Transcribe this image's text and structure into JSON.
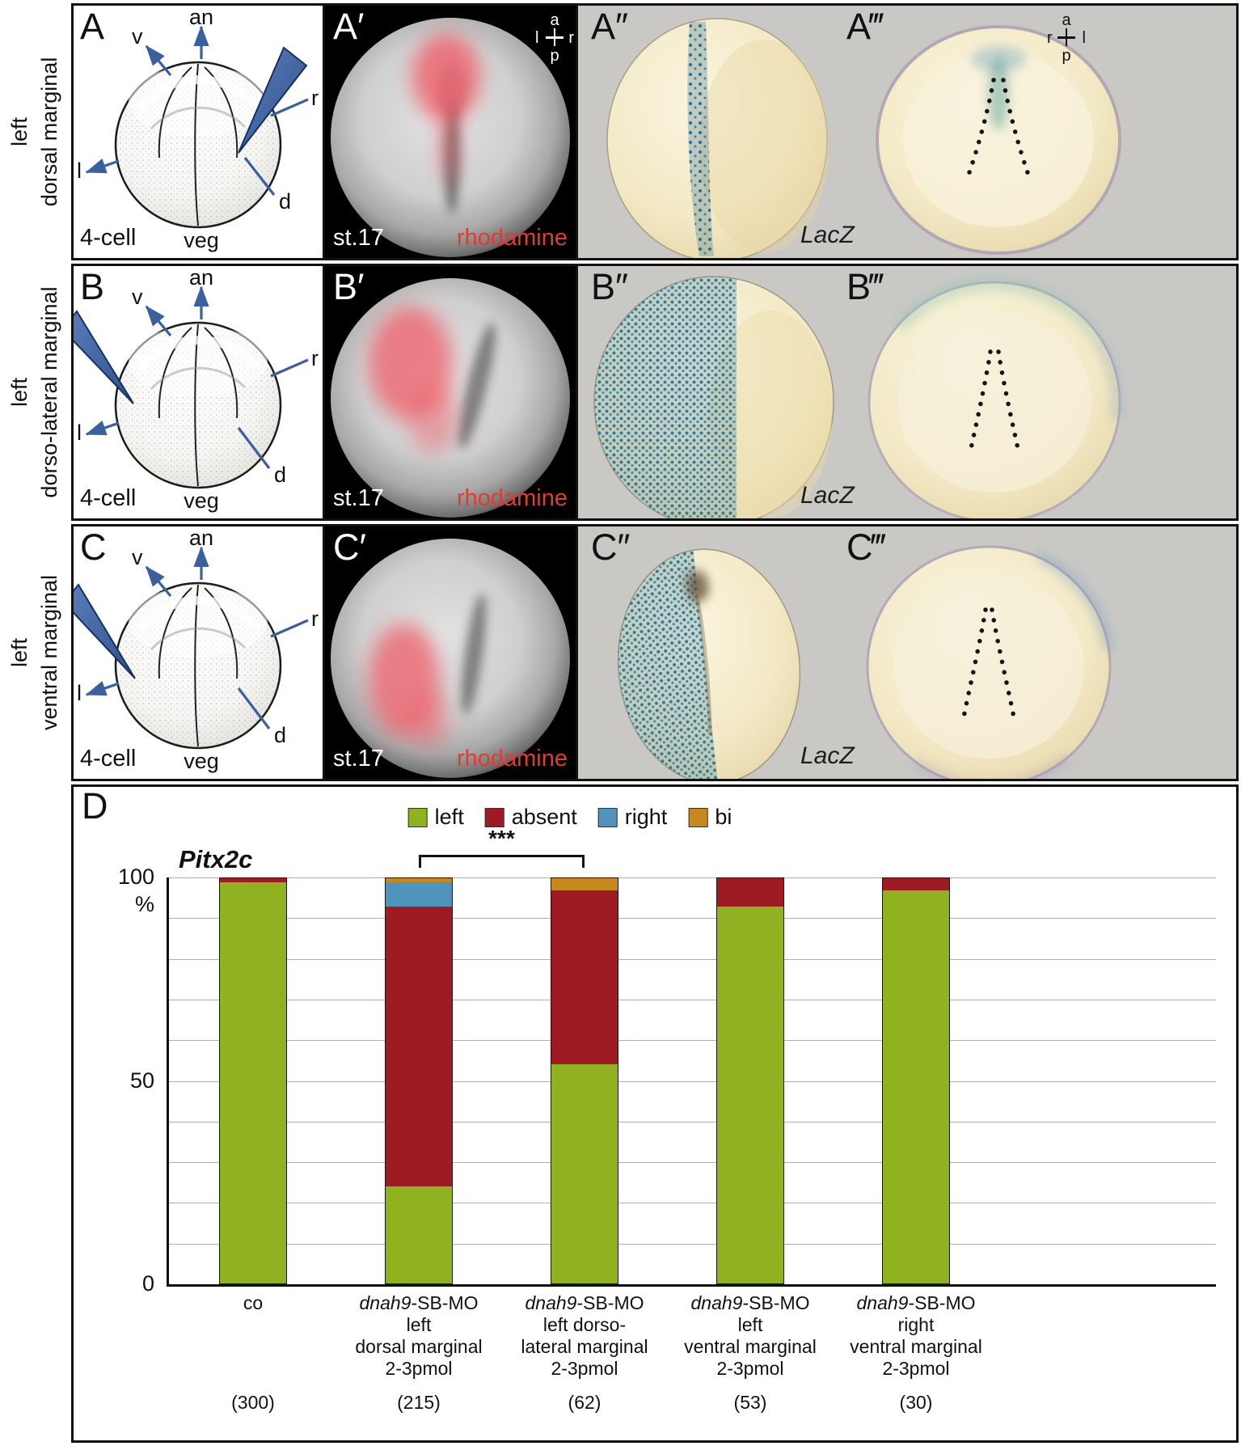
{
  "rows": [
    {
      "side_label_1": "left",
      "side_label_2": "dorsal marginal",
      "letter": "A",
      "cell_stage": "4-cell",
      "axes": {
        "an": "an",
        "veg": "veg",
        "l": "l",
        "r": "r",
        "v": "v",
        "d": "d"
      },
      "prime": {
        "letter": "A′",
        "stage": "st.17",
        "dye": "rhodamine",
        "compass": {
          "top": "a",
          "left": "l",
          "right": "r",
          "bottom": "p"
        }
      },
      "dprime_letter": "A″",
      "tprime_letter": "A‴",
      "tprime_compass": {
        "top": "a",
        "left": "r",
        "right": "l",
        "bottom": "p"
      },
      "stain_label": "LacZ"
    },
    {
      "side_label_1": "left",
      "side_label_2": "dorso-lateral marginal",
      "letter": "B",
      "cell_stage": "4-cell",
      "axes": {
        "an": "an",
        "veg": "veg",
        "l": "l",
        "r": "r",
        "v": "v",
        "d": "d"
      },
      "prime": {
        "letter": "B′",
        "stage": "st.17",
        "dye": "rhodamine"
      },
      "dprime_letter": "B″",
      "tprime_letter": "B‴",
      "stain_label": "LacZ"
    },
    {
      "side_label_1": "left",
      "side_label_2": "ventral marginal",
      "letter": "C",
      "cell_stage": "4-cell",
      "axes": {
        "an": "an",
        "veg": "veg",
        "l": "l",
        "r": "r",
        "v": "v",
        "d": "d"
      },
      "prime": {
        "letter": "C′",
        "stage": "st.17",
        "dye": "rhodamine"
      },
      "dprime_letter": "C″",
      "tprime_letter": "C‴",
      "stain_label": "LacZ"
    }
  ],
  "panelD": {
    "letter": "D",
    "title": "Pitx2c"
  },
  "chart_data": {
    "type": "bar",
    "subtype": "stacked_percentage",
    "title": "Pitx2c",
    "percent_label": "%",
    "ylim": [
      0,
      100
    ],
    "yticks": [
      0,
      50,
      100
    ],
    "grid_step": 10,
    "grid": true,
    "legend_position": "top",
    "italic_token": "dnah9",
    "categories": [
      {
        "label_lines": [
          "co"
        ],
        "count": "(300)"
      },
      {
        "label_lines": [
          "dnah9-SB-MO",
          "left",
          "dorsal marginal",
          "2-3pmol"
        ],
        "count": "(215)"
      },
      {
        "label_lines": [
          "dnah9-SB-MO",
          "left dorso-",
          "lateral marginal",
          "2-3pmol"
        ],
        "count": "(62)"
      },
      {
        "label_lines": [
          "dnah9-SB-MO",
          "left",
          "ventral marginal",
          "2-3pmol"
        ],
        "count": "(53)"
      },
      {
        "label_lines": [
          "dnah9-SB-MO",
          "right",
          "ventral marginal",
          "2-3pmol"
        ],
        "count": "(30)"
      }
    ],
    "series": [
      {
        "name": "left",
        "color": "#90b221",
        "values": [
          99,
          24,
          54,
          93,
          97
        ]
      },
      {
        "name": "absent",
        "color": "#9f1b23",
        "values": [
          1,
          69,
          43,
          7,
          3
        ]
      },
      {
        "name": "right",
        "color": "#4f94ba",
        "values": [
          0,
          6,
          0,
          0,
          0
        ]
      },
      {
        "name": "bi",
        "color": "#c7891e",
        "values": [
          0,
          1,
          3,
          0,
          0
        ]
      }
    ],
    "significance": {
      "from": 1,
      "to": 2,
      "label": "***"
    }
  }
}
